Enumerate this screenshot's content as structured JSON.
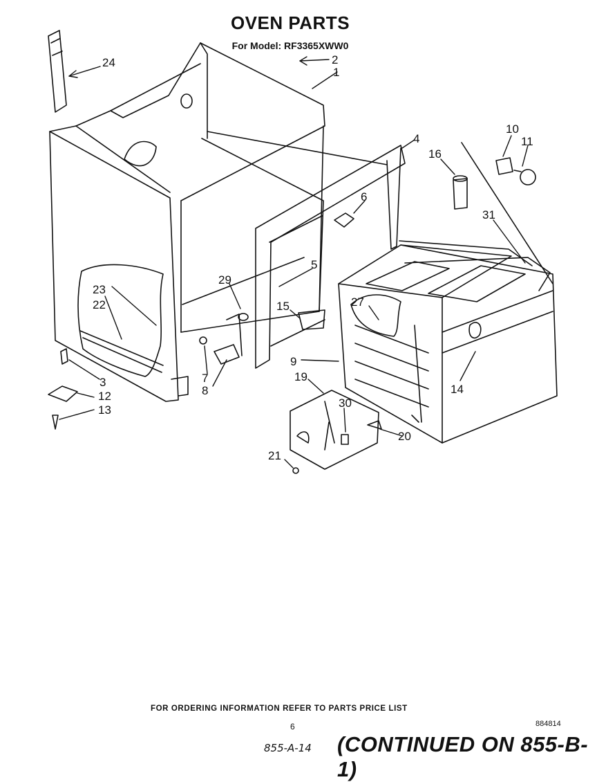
{
  "header": {
    "title": "OVEN PARTS",
    "subtitle": "For Model: RF3365XWW0"
  },
  "callouts": [
    "24",
    "2",
    "1",
    "4",
    "16",
    "10",
    "11",
    "6",
    "31",
    "5",
    "29",
    "23",
    "22",
    "15",
    "27",
    "9",
    "19",
    "30",
    "20",
    "14",
    "3",
    "12",
    "13",
    "7",
    "8",
    "21"
  ],
  "footer": {
    "ordering_note": "FOR ORDERING INFORMATION REFER TO PARTS PRICE LIST",
    "doc_code": "884814",
    "page_number": "6",
    "handwritten_code": "855-A-14",
    "continued": "(CONTINUED ON 855-B-1)"
  }
}
